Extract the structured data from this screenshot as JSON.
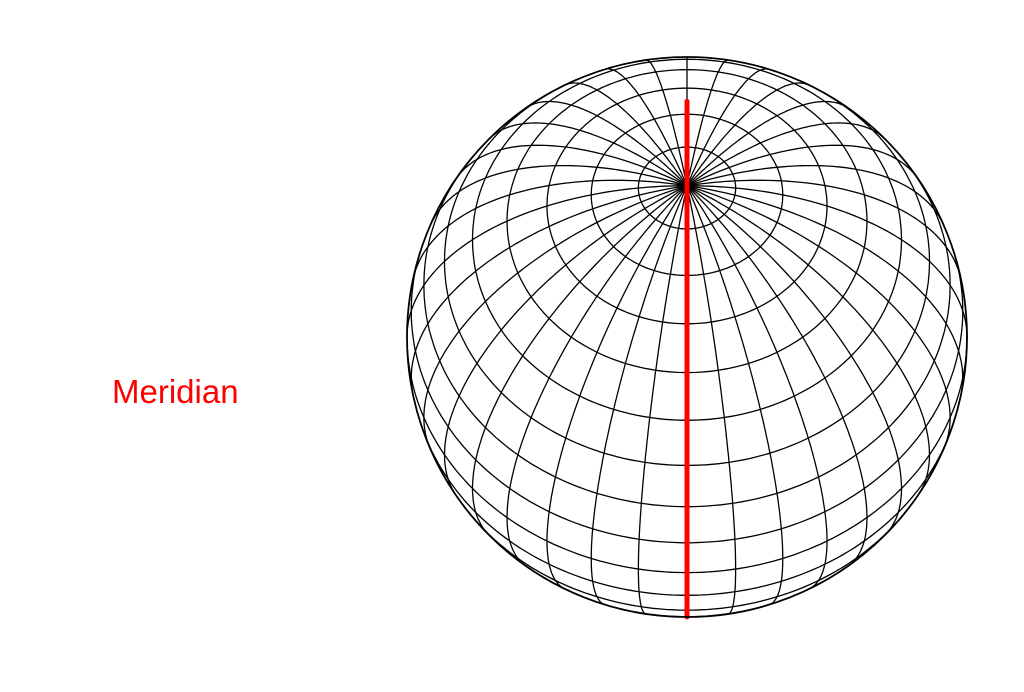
{
  "label": {
    "text": "Meridian"
  },
  "colors": {
    "highlight": "#ff0000",
    "grid": "#000000",
    "background": "#ffffff"
  },
  "globe": {
    "grid": "latitude-longitude",
    "meridian_count": 36,
    "highlighted": "meridian"
  }
}
